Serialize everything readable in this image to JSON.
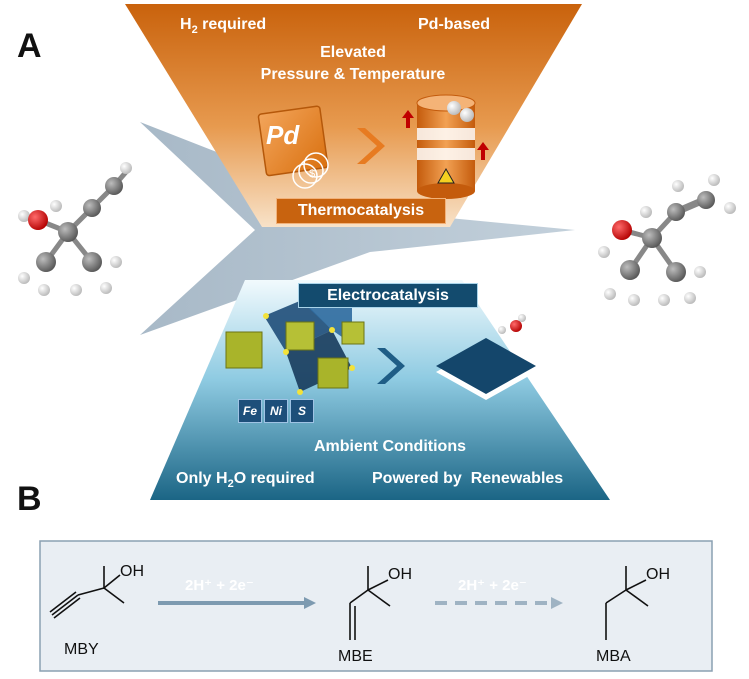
{
  "panel_a": {
    "letter": "A",
    "thermo": {
      "h2_required": "H",
      "h2_sub": "2",
      "h2_suffix": " required",
      "pd_based": "Pd-based",
      "conditions_line1": "Elevated",
      "conditions_line2": "Pressure & Temperature",
      "pd_symbol": "Pd",
      "currency_symbol": "$",
      "label": "Thermocatalysis",
      "color_top": "#cf6a12",
      "color_bottom": "#f6d9b8"
    },
    "electro": {
      "label": "Electrocatalysis",
      "elements": [
        "Fe",
        "Ni",
        "S"
      ],
      "ambient": "Ambient Conditions",
      "only_prefix": "Only H",
      "only_sub": "2",
      "only_suffix": "O required",
      "powered": "Powered by  Renewables",
      "color_top": "#eaf6fb",
      "color_bottom": "#1e6b8c"
    }
  },
  "panel_b": {
    "letter": "B",
    "oh_label": "OH",
    "molecules": [
      "MBY",
      "MBE",
      "MBA"
    ],
    "step1": "2H⁺ + 2e⁻",
    "step2": "2H⁺ + 2e⁻"
  }
}
